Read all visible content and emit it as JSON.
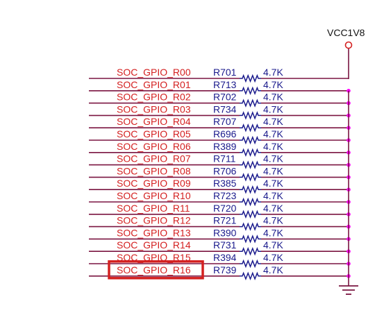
{
  "power": {
    "label": "VCC1V8"
  },
  "rows": [
    {
      "net": "SOC_GPIO_R00",
      "ref": "R701",
      "value": "4.7K"
    },
    {
      "net": "SOC_GPIO_R01",
      "ref": "R713",
      "value": "4.7K"
    },
    {
      "net": "SOC_GPIO_R02",
      "ref": "R702",
      "value": "4.7K"
    },
    {
      "net": "SOC_GPIO_R03",
      "ref": "R734",
      "value": "4.7K"
    },
    {
      "net": "SOC_GPIO_R04",
      "ref": "R707",
      "value": "4.7K"
    },
    {
      "net": "SOC_GPIO_R05",
      "ref": "R696",
      "value": "4.7K"
    },
    {
      "net": "SOC_GPIO_R06",
      "ref": "R389",
      "value": "4.7K"
    },
    {
      "net": "SOC_GPIO_R07",
      "ref": "R711",
      "value": "4.7K"
    },
    {
      "net": "SOC_GPIO_R08",
      "ref": "R706",
      "value": "4.7K"
    },
    {
      "net": "SOC_GPIO_R09",
      "ref": "R385",
      "value": "4.7K"
    },
    {
      "net": "SOC_GPIO_R10",
      "ref": "R723",
      "value": "4.7K"
    },
    {
      "net": "SOC_GPIO_R11",
      "ref": "R720",
      "value": "4.7K"
    },
    {
      "net": "SOC_GPIO_R12",
      "ref": "R721",
      "value": "4.7K"
    },
    {
      "net": "SOC_GPIO_R13",
      "ref": "R390",
      "value": "4.7K"
    },
    {
      "net": "SOC_GPIO_R14",
      "ref": "R731",
      "value": "4.7K"
    },
    {
      "net": "SOC_GPIO_R15",
      "ref": "R394",
      "value": "4.7K"
    },
    {
      "net": "SOC_GPIO_R16",
      "ref": "R739",
      "value": "4.7K",
      "highlighted": true
    }
  ],
  "colors": {
    "net_label": "#d42020",
    "ref_label": "#1a1a8c",
    "wire": "#7a1440",
    "junction": "#ff00ff",
    "highlight_box": "#d42020",
    "power_symbol": "#d42020"
  }
}
